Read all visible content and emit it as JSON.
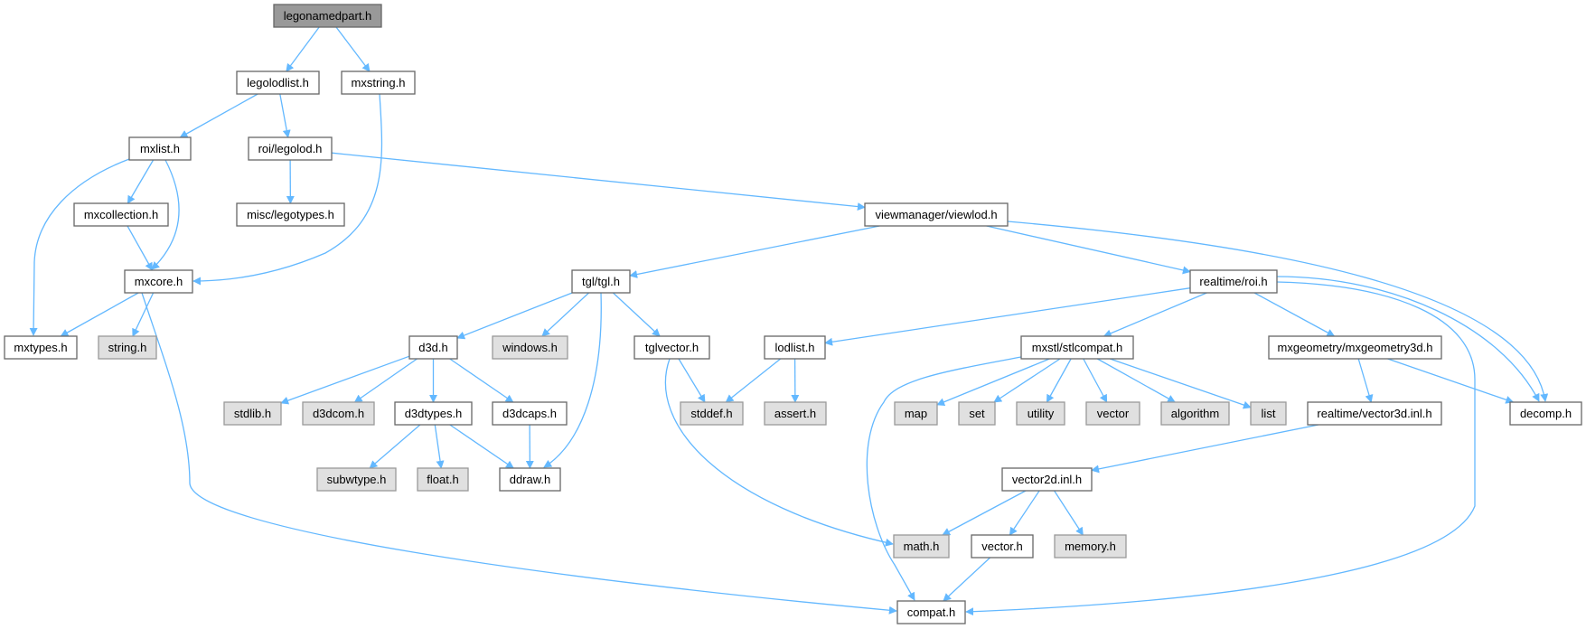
{
  "graph": {
    "title": "legonamedpart.h",
    "edge_color": "#63b8ff",
    "nodes": [
      {
        "id": "legonamedpart",
        "label": "legonamedpart.h",
        "kind": "root"
      },
      {
        "id": "legolodlist",
        "label": "legolodlist.h",
        "kind": "file"
      },
      {
        "id": "mxstring",
        "label": "mxstring.h",
        "kind": "file"
      },
      {
        "id": "mxlist",
        "label": "mxlist.h",
        "kind": "file"
      },
      {
        "id": "legolod",
        "label": "roi/legolod.h",
        "kind": "file"
      },
      {
        "id": "mxcollection",
        "label": "mxcollection.h",
        "kind": "file"
      },
      {
        "id": "legotypes",
        "label": "misc/legotypes.h",
        "kind": "file"
      },
      {
        "id": "viewlod",
        "label": "viewmanager/viewlod.h",
        "kind": "file"
      },
      {
        "id": "mxcore",
        "label": "mxcore.h",
        "kind": "file"
      },
      {
        "id": "tgl",
        "label": "tgl/tgl.h",
        "kind": "file"
      },
      {
        "id": "roi",
        "label": "realtime/roi.h",
        "kind": "file"
      },
      {
        "id": "mxtypes",
        "label": "mxtypes.h",
        "kind": "file"
      },
      {
        "id": "string",
        "label": "string.h",
        "kind": "system"
      },
      {
        "id": "d3d",
        "label": "d3d.h",
        "kind": "file"
      },
      {
        "id": "windows",
        "label": "windows.h",
        "kind": "system"
      },
      {
        "id": "tglvector",
        "label": "tglvector.h",
        "kind": "file"
      },
      {
        "id": "lodlist",
        "label": "lodlist.h",
        "kind": "file"
      },
      {
        "id": "stlcompat",
        "label": "mxstl/stlcompat.h",
        "kind": "file"
      },
      {
        "id": "mxgeom",
        "label": "mxgeometry/mxgeometry3d.h",
        "kind": "file"
      },
      {
        "id": "stdlib",
        "label": "stdlib.h",
        "kind": "system"
      },
      {
        "id": "d3dcom",
        "label": "d3dcom.h",
        "kind": "system"
      },
      {
        "id": "d3dtypes",
        "label": "d3dtypes.h",
        "kind": "file"
      },
      {
        "id": "d3dcaps",
        "label": "d3dcaps.h",
        "kind": "file"
      },
      {
        "id": "stddef",
        "label": "stddef.h",
        "kind": "system"
      },
      {
        "id": "assert",
        "label": "assert.h",
        "kind": "system"
      },
      {
        "id": "map",
        "label": "map",
        "kind": "system"
      },
      {
        "id": "set",
        "label": "set",
        "kind": "system"
      },
      {
        "id": "utility",
        "label": "utility",
        "kind": "system"
      },
      {
        "id": "vector",
        "label": "vector",
        "kind": "system"
      },
      {
        "id": "algorithm",
        "label": "algorithm",
        "kind": "system"
      },
      {
        "id": "list",
        "label": "list",
        "kind": "system"
      },
      {
        "id": "vector3d",
        "label": "realtime/vector3d.inl.h",
        "kind": "file"
      },
      {
        "id": "decomp",
        "label": "decomp.h",
        "kind": "file"
      },
      {
        "id": "subwtype",
        "label": "subwtype.h",
        "kind": "system"
      },
      {
        "id": "float",
        "label": "float.h",
        "kind": "system"
      },
      {
        "id": "ddraw",
        "label": "ddraw.h",
        "kind": "file"
      },
      {
        "id": "vector2d",
        "label": "vector2d.inl.h",
        "kind": "file"
      },
      {
        "id": "math",
        "label": "math.h",
        "kind": "system"
      },
      {
        "id": "vectorh",
        "label": "vector.h",
        "kind": "file"
      },
      {
        "id": "memory",
        "label": "memory.h",
        "kind": "system"
      },
      {
        "id": "compat",
        "label": "compat.h",
        "kind": "file"
      }
    ],
    "edges": [
      [
        "legonamedpart",
        "legolodlist"
      ],
      [
        "legonamedpart",
        "mxstring"
      ],
      [
        "legolodlist",
        "mxlist"
      ],
      [
        "legolodlist",
        "legolod"
      ],
      [
        "mxstring",
        "mxcore"
      ],
      [
        "mxlist",
        "mxtypes"
      ],
      [
        "mxlist",
        "mxcollection"
      ],
      [
        "mxlist",
        "mxcore"
      ],
      [
        "mxcollection",
        "mxcore"
      ],
      [
        "legolod",
        "legotypes"
      ],
      [
        "legolod",
        "viewlod"
      ],
      [
        "mxcore",
        "mxtypes"
      ],
      [
        "mxcore",
        "string"
      ],
      [
        "mxcore",
        "compat"
      ],
      [
        "viewlod",
        "tgl"
      ],
      [
        "viewlod",
        "roi"
      ],
      [
        "viewlod",
        "decomp"
      ],
      [
        "tgl",
        "d3d"
      ],
      [
        "tgl",
        "windows"
      ],
      [
        "tgl",
        "ddraw"
      ],
      [
        "tgl",
        "tglvector"
      ],
      [
        "roi",
        "lodlist"
      ],
      [
        "roi",
        "stlcompat"
      ],
      [
        "roi",
        "mxgeom"
      ],
      [
        "roi",
        "compat"
      ],
      [
        "roi",
        "decomp"
      ],
      [
        "d3d",
        "stdlib"
      ],
      [
        "d3d",
        "d3dcom"
      ],
      [
        "d3d",
        "d3dtypes"
      ],
      [
        "d3d",
        "d3dcaps"
      ],
      [
        "tglvector",
        "stddef"
      ],
      [
        "tglvector",
        "math"
      ],
      [
        "lodlist",
        "stddef"
      ],
      [
        "lodlist",
        "assert"
      ],
      [
        "stlcompat",
        "compat"
      ],
      [
        "stlcompat",
        "map"
      ],
      [
        "stlcompat",
        "set"
      ],
      [
        "stlcompat",
        "utility"
      ],
      [
        "stlcompat",
        "vector"
      ],
      [
        "stlcompat",
        "algorithm"
      ],
      [
        "stlcompat",
        "list"
      ],
      [
        "mxgeom",
        "vector3d"
      ],
      [
        "mxgeom",
        "decomp"
      ],
      [
        "d3dtypes",
        "subwtype"
      ],
      [
        "d3dtypes",
        "float"
      ],
      [
        "d3dtypes",
        "ddraw"
      ],
      [
        "d3dcaps",
        "ddraw"
      ],
      [
        "vector3d",
        "vector2d"
      ],
      [
        "vector2d",
        "math"
      ],
      [
        "vector2d",
        "vectorh"
      ],
      [
        "vector2d",
        "memory"
      ],
      [
        "vectorh",
        "compat"
      ]
    ]
  }
}
